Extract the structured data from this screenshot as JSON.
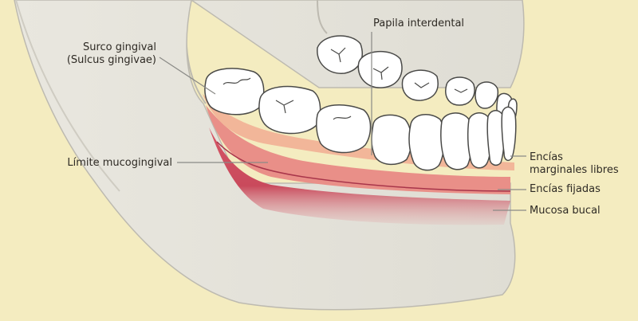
{
  "colors": {
    "background": "#f4ecc0",
    "bone": "#e6e4dc",
    "bone_shadow": "#cfccc2",
    "tooth": "#ffffff",
    "tooth_outline": "#4a4a48",
    "gum_margin": "#f2b699",
    "gum_attached": "#e98f88",
    "mucosa": "#c94a5c",
    "leader_line": "#8a8a86"
  },
  "labels": {
    "sulcus": {
      "line1": "Surco gingival",
      "line2": "(Sulcus gingivae)"
    },
    "papilla": "Papila interdental",
    "mucogingival": "Límite mucogingival",
    "free_margin": {
      "line1": "Encías",
      "line2": "marginales libres"
    },
    "attached": "Encías fijadas",
    "mucosa": "Mucosa bucal"
  }
}
